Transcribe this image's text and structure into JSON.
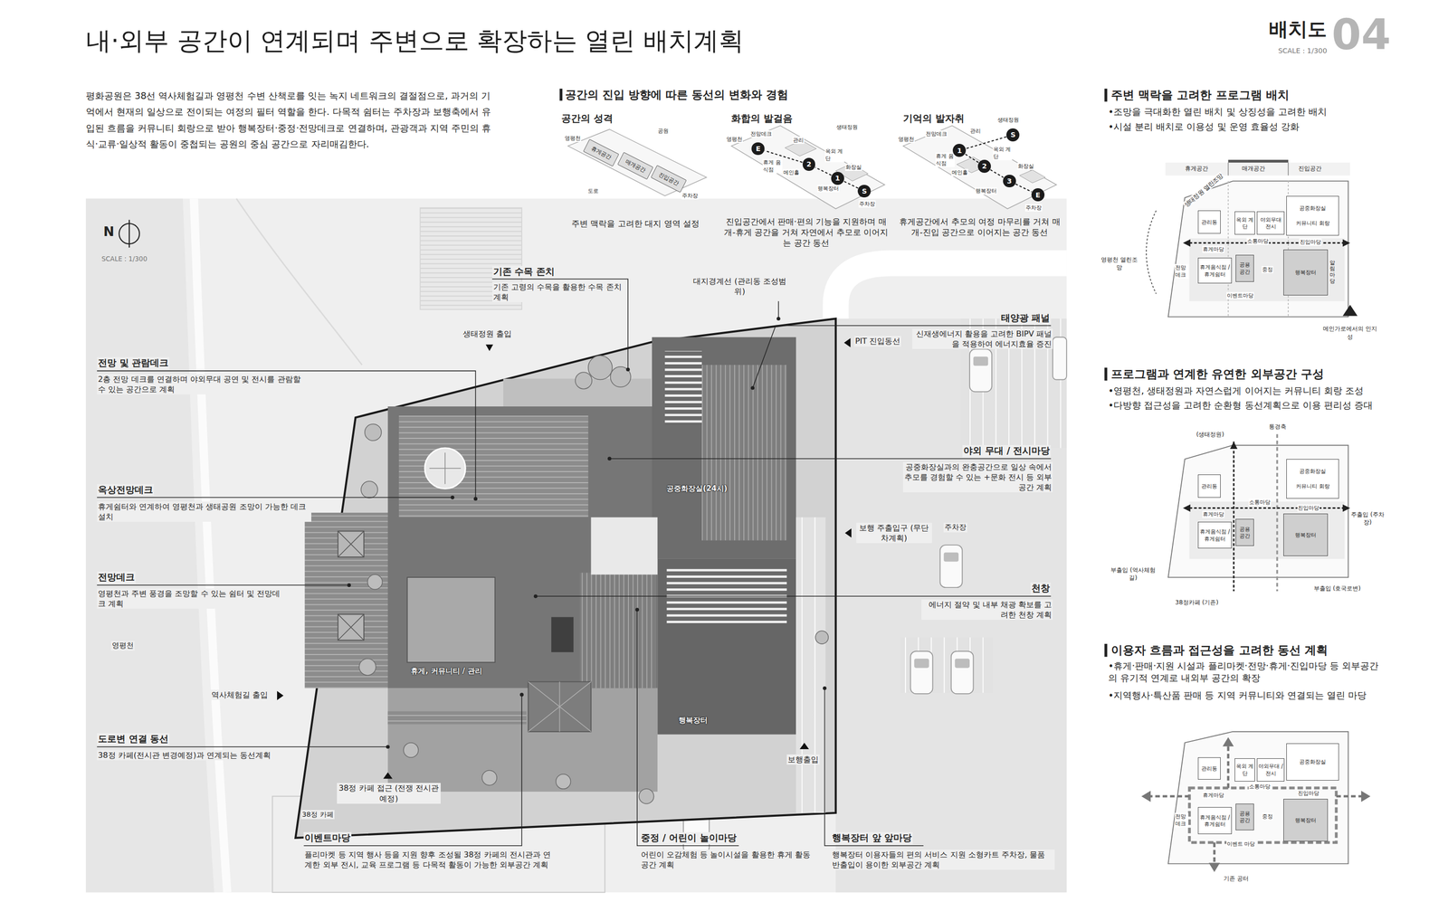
{
  "diagram": {
    "title": "내·외부 공간이 연계되며 주변으로 확장하는 열린 배치계획",
    "nodes": [
      {
        "text": [
          "휴게공간"
        ]
      },
      {
        "text": [
          "매개공간"
        ]
      },
      {
        "text": [
          "진입공간"
        ]
      },
      {
        "text": [
          "S"
        ]
      },
      {
        "text": [
          "1"
        ]
      },
      {
        "text": [
          "2"
        ]
      },
      {
        "text": [
          "E"
        ]
      },
      {
        "text": [
          "S"
        ]
      },
      {
        "text": [
          "1"
        ]
      },
      {
        "text": [
          "2"
        ]
      },
      {
        "text": [
          "3"
        ]
      },
      {
        "text": [
          "E"
        ]
      },
      {
        "text": [
          "공중화장실(24시)"
        ]
      },
      {
        "text": [
          "휴게, 커뮤니티 / 관리"
        ]
      },
      {
        "text": [
          "행복장터"
        ]
      },
      {
        "text": [
          "관리동"
        ]
      },
      {
        "text": [
          "옥외 계단"
        ]
      },
      {
        "text": [
          "야외무대 전시"
        ]
      },
      {
        "text": [
          "공중화장실",
          "커뮤니티 회랑"
        ]
      },
      {
        "text": [
          "휴게음식점 / 휴게쉼터"
        ]
      },
      {
        "text": [
          "공용 공간"
        ]
      },
      {
        "text": [
          "행복장터"
        ]
      },
      {
        "text": [
          "관리동"
        ]
      },
      {
        "text": [
          "공중화장실",
          "커뮤니티 회랑"
        ]
      },
      {
        "text": [
          "휴게음식점 / 휴게쉼터"
        ]
      },
      {
        "text": [
          "공용 공간"
        ]
      },
      {
        "text": [
          "행복장터"
        ]
      },
      {
        "text": [
          "관리동"
        ]
      },
      {
        "text": [
          "옥외 계단"
        ]
      },
      {
        "text": [
          "야외무대 / 전시"
        ]
      },
      {
        "text": [
          "공중화장실"
        ]
      },
      {
        "text": [
          "휴게음식점 / 휴게쉼터"
        ]
      },
      {
        "text": [
          "공용 공간"
        ]
      },
      {
        "text": [
          "행복장터"
        ]
      }
    ],
    "edges": [
      {
        "from": 3,
        "to": 4,
        "arrow": "none"
      },
      {
        "from": 4,
        "to": 5,
        "arrow": "none"
      },
      {
        "from": 5,
        "to": 6,
        "arrow": "none"
      },
      {
        "from": 7,
        "to": 8,
        "arrow": "none"
      },
      {
        "from": 8,
        "to": 9,
        "arrow": "none"
      },
      {
        "from": 9,
        "to": 10,
        "arrow": "none"
      },
      {
        "from": 10,
        "to": 11,
        "arrow": "none"
      }
    ],
    "labels": [
      "배치도",
      "04",
      "SCALE : 1/300",
      "평화공원은 38선 역사체험길과 영평천 수변 산책로를 잇는 녹지 네트워크의 결절점으로, 과거의 기억에서 현재의 일상으로 전이되는 여정의 필터 역할을 한다. 다목적 쉼터는 주차장과 보행축에서 유입된 흐름을 커뮤니티 회랑으로 받아 행복장터·중정·전망데크로 연결하며, 관광객과 지역 주민의 휴식·교류·일상적 활동이 중첩되는 공원의 중심 공간으로 자리매김한다.",
      "공간의 진입 방향에 따른 동선의 변화와 경험",
      "공간의 성격",
      "화합의 발걸음",
      "기억의 발자취",
      "영평천",
      "공원",
      "도로",
      "주차장",
      "주변 맥락을 고려한 대지 영역 설정",
      "영평천",
      "전망데크",
      "관리",
      "생태정원",
      "휴게 음식점",
      "옥외 계단",
      "메인홀",
      "화장실",
      "행복장터",
      "주차장",
      "진입공간에서 판매·편의 기능을 지원하며 매개-휴게 공간을 거쳐 자연에서 추모로 이어지는 공간 동선",
      "영평천",
      "전망데크",
      "관리",
      "생태정원",
      "휴게 음식점",
      "옥외 계단",
      "메인홀",
      "화장실",
      "행복장터",
      "주차장",
      "휴게공간에서 추모의 여정 마무리를 거쳐 매개-진입 공간으로 이어지는 공간 동선",
      "N",
      "SCALE : 1/300",
      "기존 수목 존치",
      "기존 고령의 수목을 활용한 수목 존치계획",
      "대지경계선 (관리동 조성범위)",
      "생태정원 출입",
      "전망 및 관람데크",
      "2층 전망 데크를 연결하며 야외무대 공연 및 전시를 관람할 수 있는 공간으로 계획",
      "PIT 진입동선",
      "태양광 패널",
      "신재생에너지 활용을 고려한 BIPV 패널을 적용하여 에너지효율 증진",
      "옥상전망데크",
      "휴게쉼터와 연계하여 영평천과 생태공원 조망이 가능한 데크 설치",
      "야외 무대 / 전시마당",
      "공중화장실과의 완충공간으로 일상 속에서 추모를 경험할 수 있는 +문화 전시 등 외부 공간 계획",
      "보행 주출입구 (무단차계획)",
      "주차장",
      "전망데크",
      "영평천과 주변 풍경을 조망할 수 있는 쉼터 및 전망데크 계획",
      "천창",
      "에너지 절약 및 내부 채광 확보를 고려한 천창 계획",
      "영평천",
      "역사체험길 출입",
      "도로변 연결 동선",
      "38정 카페(전시관 변경예정)과 연계되는 동선계획",
      "보행출입",
      "38정 카페 접근 (전쟁 전시관예정)",
      "38정 카페",
      "이벤트마당",
      "플리마켓 등 지역 행사 등을 지원 향후 조성될 38정 카페의 전시관과 연계한 외부 전시, 교육 프로그램 등 다목적 활동이 가능한 외부공간 계획",
      "중정 / 어린이 놀이마당",
      "어린이 오감체험 등 놀이시설을 활용한 휴게 활동공간 계획",
      "행복장터 앞 앞마당",
      "행복장터 이용자들의 편의 서비스 지원 소형카트 주차장, 물품 반출입이 용이한 외부공간 계획",
      "주변 맥락을 고려한 프로그램 배치",
      "•조망을 극대화한 열린 배치 및 상징성을 고려한 배치",
      "•시설 분리 배치로 이용성 및 운영 효율성 강화",
      "휴게공간",
      "매개공간",
      "진입공간",
      "생태정원 열린조망",
      "영평천 열린조망",
      "소통마당",
      "휴게마당",
      "진입마당",
      "전망 데크",
      "중정",
      "알림마당",
      "이벤트마당",
      "메인가로에서의 인지성",
      "프로그램과 연계한 유연한 외부공간 구성",
      "•영평천, 생태정원과 자연스럽게 이어지는 커뮤니티 회랑 조성",
      "•다방향 접근성을 고려한 순환형 동선계획으로 이용 편리성 증대",
      "(생태정원)",
      "통경축",
      "소통마당",
      "휴게마당",
      "진입마당",
      "주출입 (주차장)",
      "부출입 (역사체험길)",
      "38정카페 (기존)",
      "부출입 (호국로변)",
      "이용자 흐름과 접근성을 고려한 동선 계획",
      "•휴게·판매·지원 시설과 플리마켓·전망·휴게·진입마당 등 외부공간의 유기적 연계로 내외부 공간의 확장",
      "•지역행사·특산품 판매 등 지역 커뮤니티와 연결되는 열린 마당",
      "소통마당",
      "휴게마당",
      "진입마당",
      "전망 데크",
      "중정",
      "이벤트 마당",
      "기존 공터"
    ]
  }
}
